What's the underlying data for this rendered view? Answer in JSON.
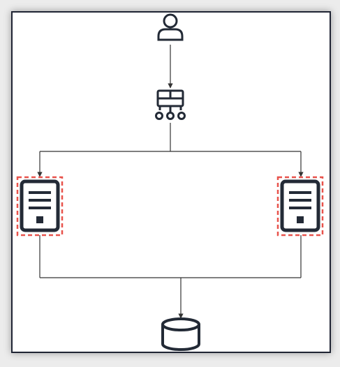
{
  "diagram": {
    "nodes": [
      {
        "id": "user",
        "icon": "user-icon"
      },
      {
        "id": "load_balancer",
        "icon": "load-balancer-icon"
      },
      {
        "id": "server_left",
        "icon": "server-document-icon",
        "highlighted": true
      },
      {
        "id": "server_right",
        "icon": "server-document-icon",
        "highlighted": true
      },
      {
        "id": "database",
        "icon": "database-icon"
      }
    ],
    "edges": [
      {
        "from": "user",
        "to": "load_balancer"
      },
      {
        "from": "load_balancer",
        "to": "server_left"
      },
      {
        "from": "load_balancer",
        "to": "server_right"
      },
      {
        "from": "server_left",
        "to": "database"
      },
      {
        "from": "server_right",
        "to": "database"
      }
    ],
    "colors": {
      "icon": "#232a36",
      "connector": "#333333",
      "highlight_border": "#e8534c",
      "frame_border": "#1f2433",
      "background": "#ececec"
    }
  }
}
